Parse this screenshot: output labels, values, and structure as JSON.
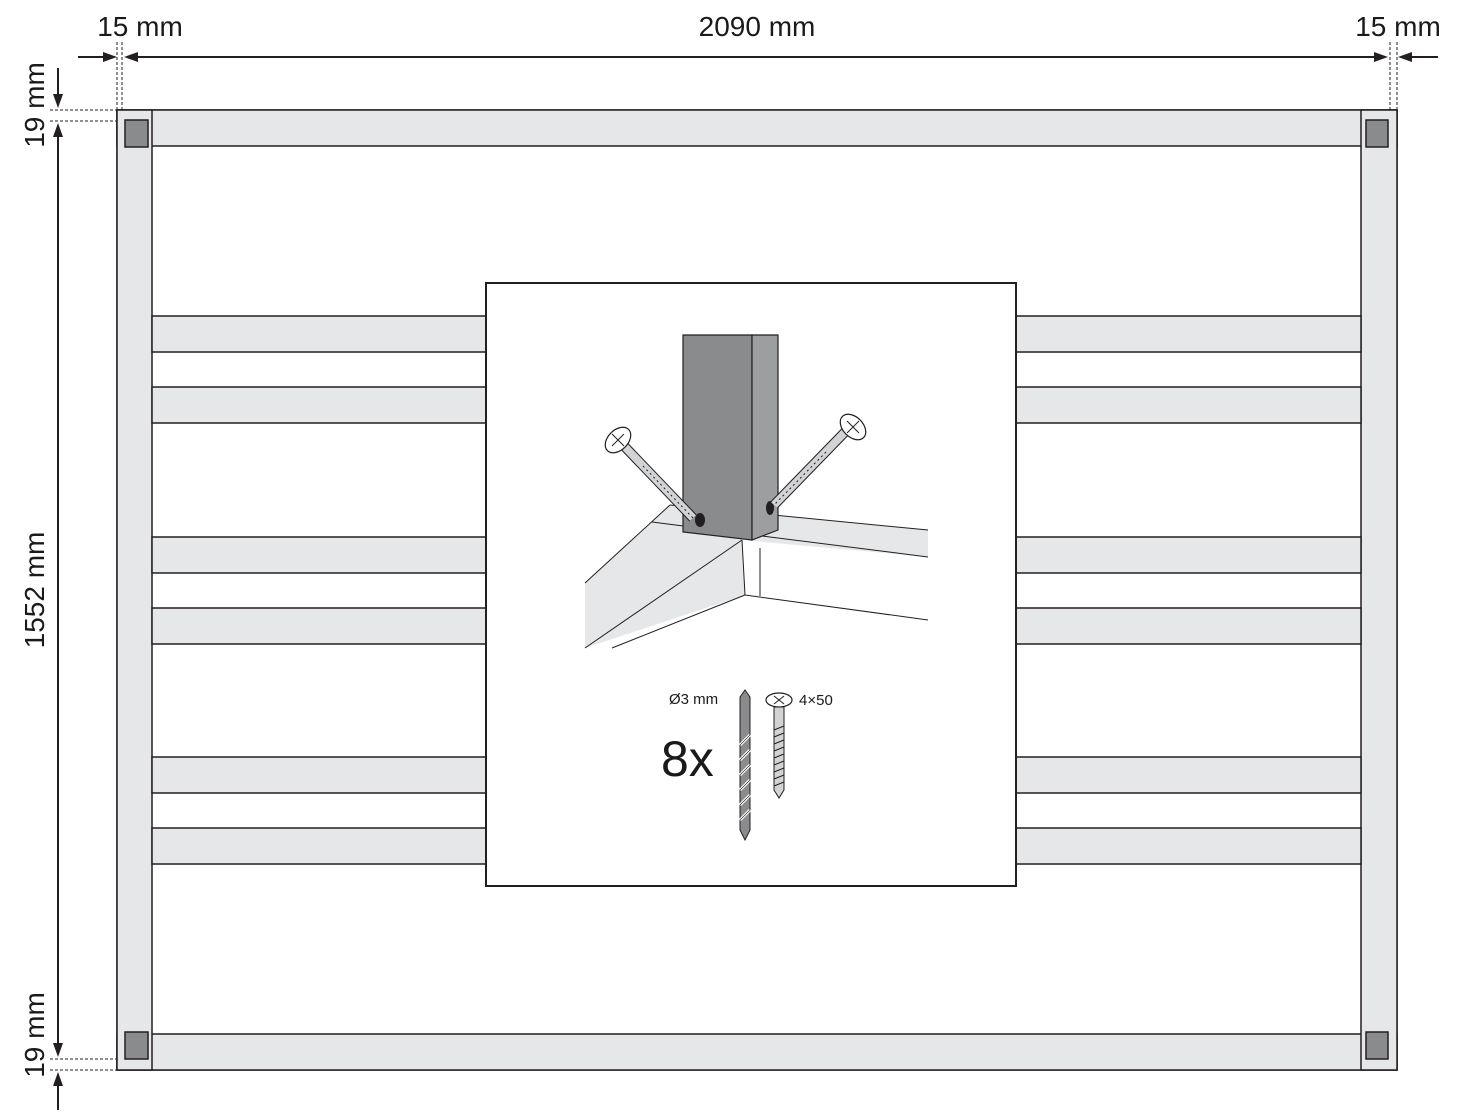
{
  "dimensions": {
    "left_offset": "15 mm",
    "width": "2090 mm",
    "right_offset": "15 mm",
    "top_offset": "19 mm",
    "height": "1552 mm",
    "bottom_offset": "19 mm"
  },
  "detail": {
    "drill_label": "Ø3 mm",
    "screw_label": "4×50",
    "quantity": "8x"
  },
  "colors": {
    "rail_fill": "#e6e7e8",
    "post_fill": "#8a8b8d",
    "outline": "#231f20"
  }
}
